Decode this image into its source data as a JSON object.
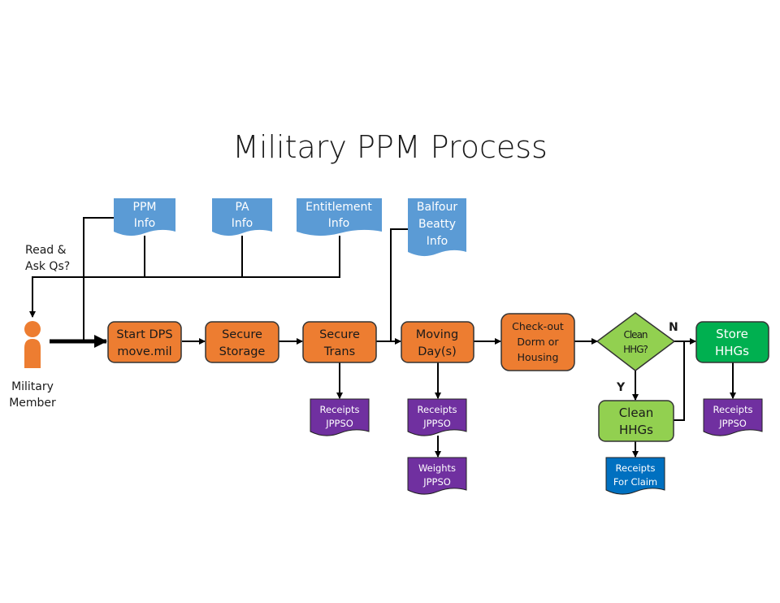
{
  "title": "Military PPM Process",
  "colors": {
    "process_orange": "#ED7D31",
    "info_blue": "#5B9BD5",
    "receipt_purple": "#7030A0",
    "claim_blue": "#0070C0",
    "decision_green": "#92D050",
    "store_green": "#00B050",
    "line": "#000000"
  },
  "actor": {
    "label_line1": "Military",
    "label_line2": "Member",
    "icon": "person-icon"
  },
  "annotation": {
    "line1": "Read &",
    "line2": "Ask Qs?"
  },
  "info_docs": [
    {
      "id": "ppm-info",
      "lines": [
        "PPM",
        "Info"
      ]
    },
    {
      "id": "pa-info",
      "lines": [
        "PA",
        "Info"
      ]
    },
    {
      "id": "entitlement-info",
      "lines": [
        "Entitlement",
        "Info"
      ]
    },
    {
      "id": "balfour-beatty-info",
      "lines": [
        "Balfour",
        "Beatty",
        "Info"
      ]
    }
  ],
  "steps": [
    {
      "id": "start-dps",
      "lines": [
        "Start DPS",
        "move.mil"
      ]
    },
    {
      "id": "secure-storage",
      "lines": [
        "Secure",
        "Storage"
      ]
    },
    {
      "id": "secure-trans",
      "lines": [
        "Secure",
        "Trans"
      ]
    },
    {
      "id": "moving-days",
      "lines": [
        "Moving",
        "Day(s)"
      ]
    },
    {
      "id": "checkout-dorm",
      "lines": [
        "Check-out",
        "Dorm or",
        "Housing"
      ]
    }
  ],
  "decision": {
    "lines": [
      "Clean",
      "HHG?"
    ],
    "yes_label": "Y",
    "no_label": "N"
  },
  "clean_step": {
    "lines": [
      "Clean",
      "HHGs"
    ]
  },
  "store_step": {
    "lines": [
      "Store",
      "HHGs"
    ]
  },
  "outputs": [
    {
      "id": "receipts-trans",
      "lines": [
        "Receipts",
        "JPPSO"
      ]
    },
    {
      "id": "receipts-moving",
      "lines": [
        "Receipts",
        "JPPSO"
      ]
    },
    {
      "id": "weights-moving",
      "lines": [
        "Weights",
        "JPPSO"
      ]
    },
    {
      "id": "receipts-claim",
      "lines": [
        "Receipts",
        "For Claim"
      ]
    },
    {
      "id": "receipts-store",
      "lines": [
        "Receipts",
        "JPPSO"
      ]
    }
  ]
}
